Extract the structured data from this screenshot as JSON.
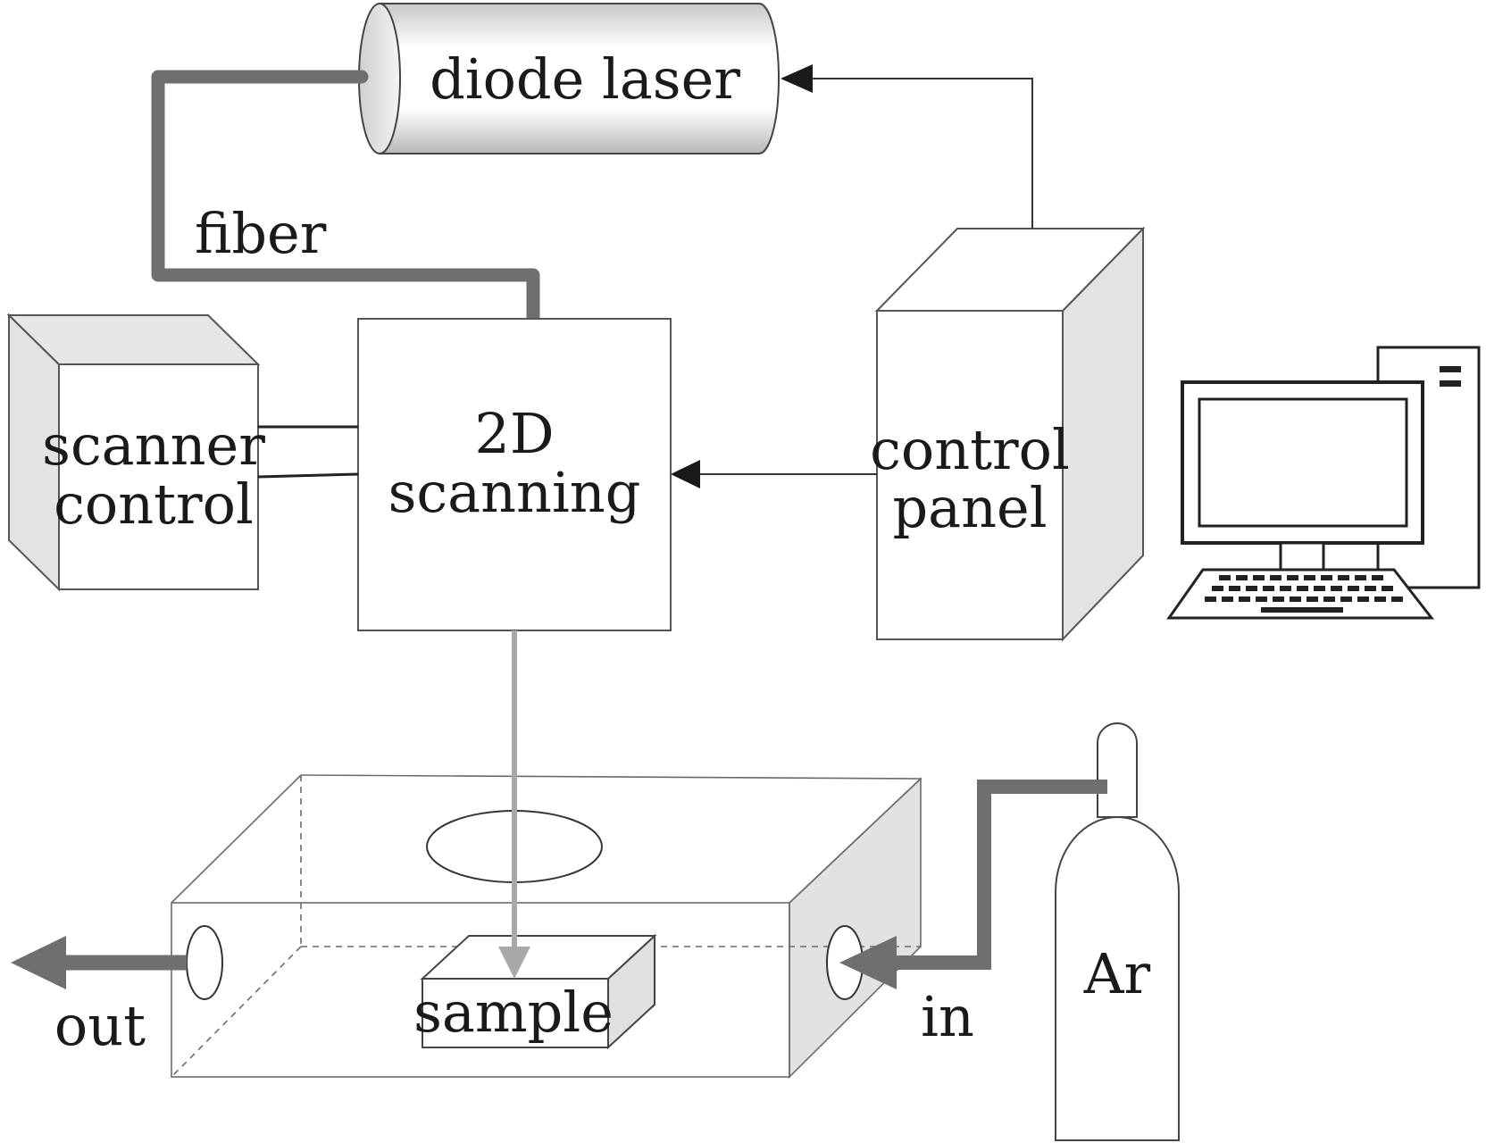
{
  "labels": {
    "diode_laser": "diode laser",
    "fiber": "fiber",
    "scanner_control_line1": "scanner",
    "scanner_control_line2": "control",
    "scanning_line1": "2D",
    "scanning_line2": "scanning",
    "control_panel_line1": "control",
    "control_panel_line2": "panel",
    "sample": "sample",
    "out": "out",
    "in": "in",
    "gas": "Ar"
  },
  "colors": {
    "fiber": "#6f6f6f",
    "beam": "#a8a8a8",
    "arrow": "#1a1a1a",
    "side_shade": "#e3e3e3"
  }
}
